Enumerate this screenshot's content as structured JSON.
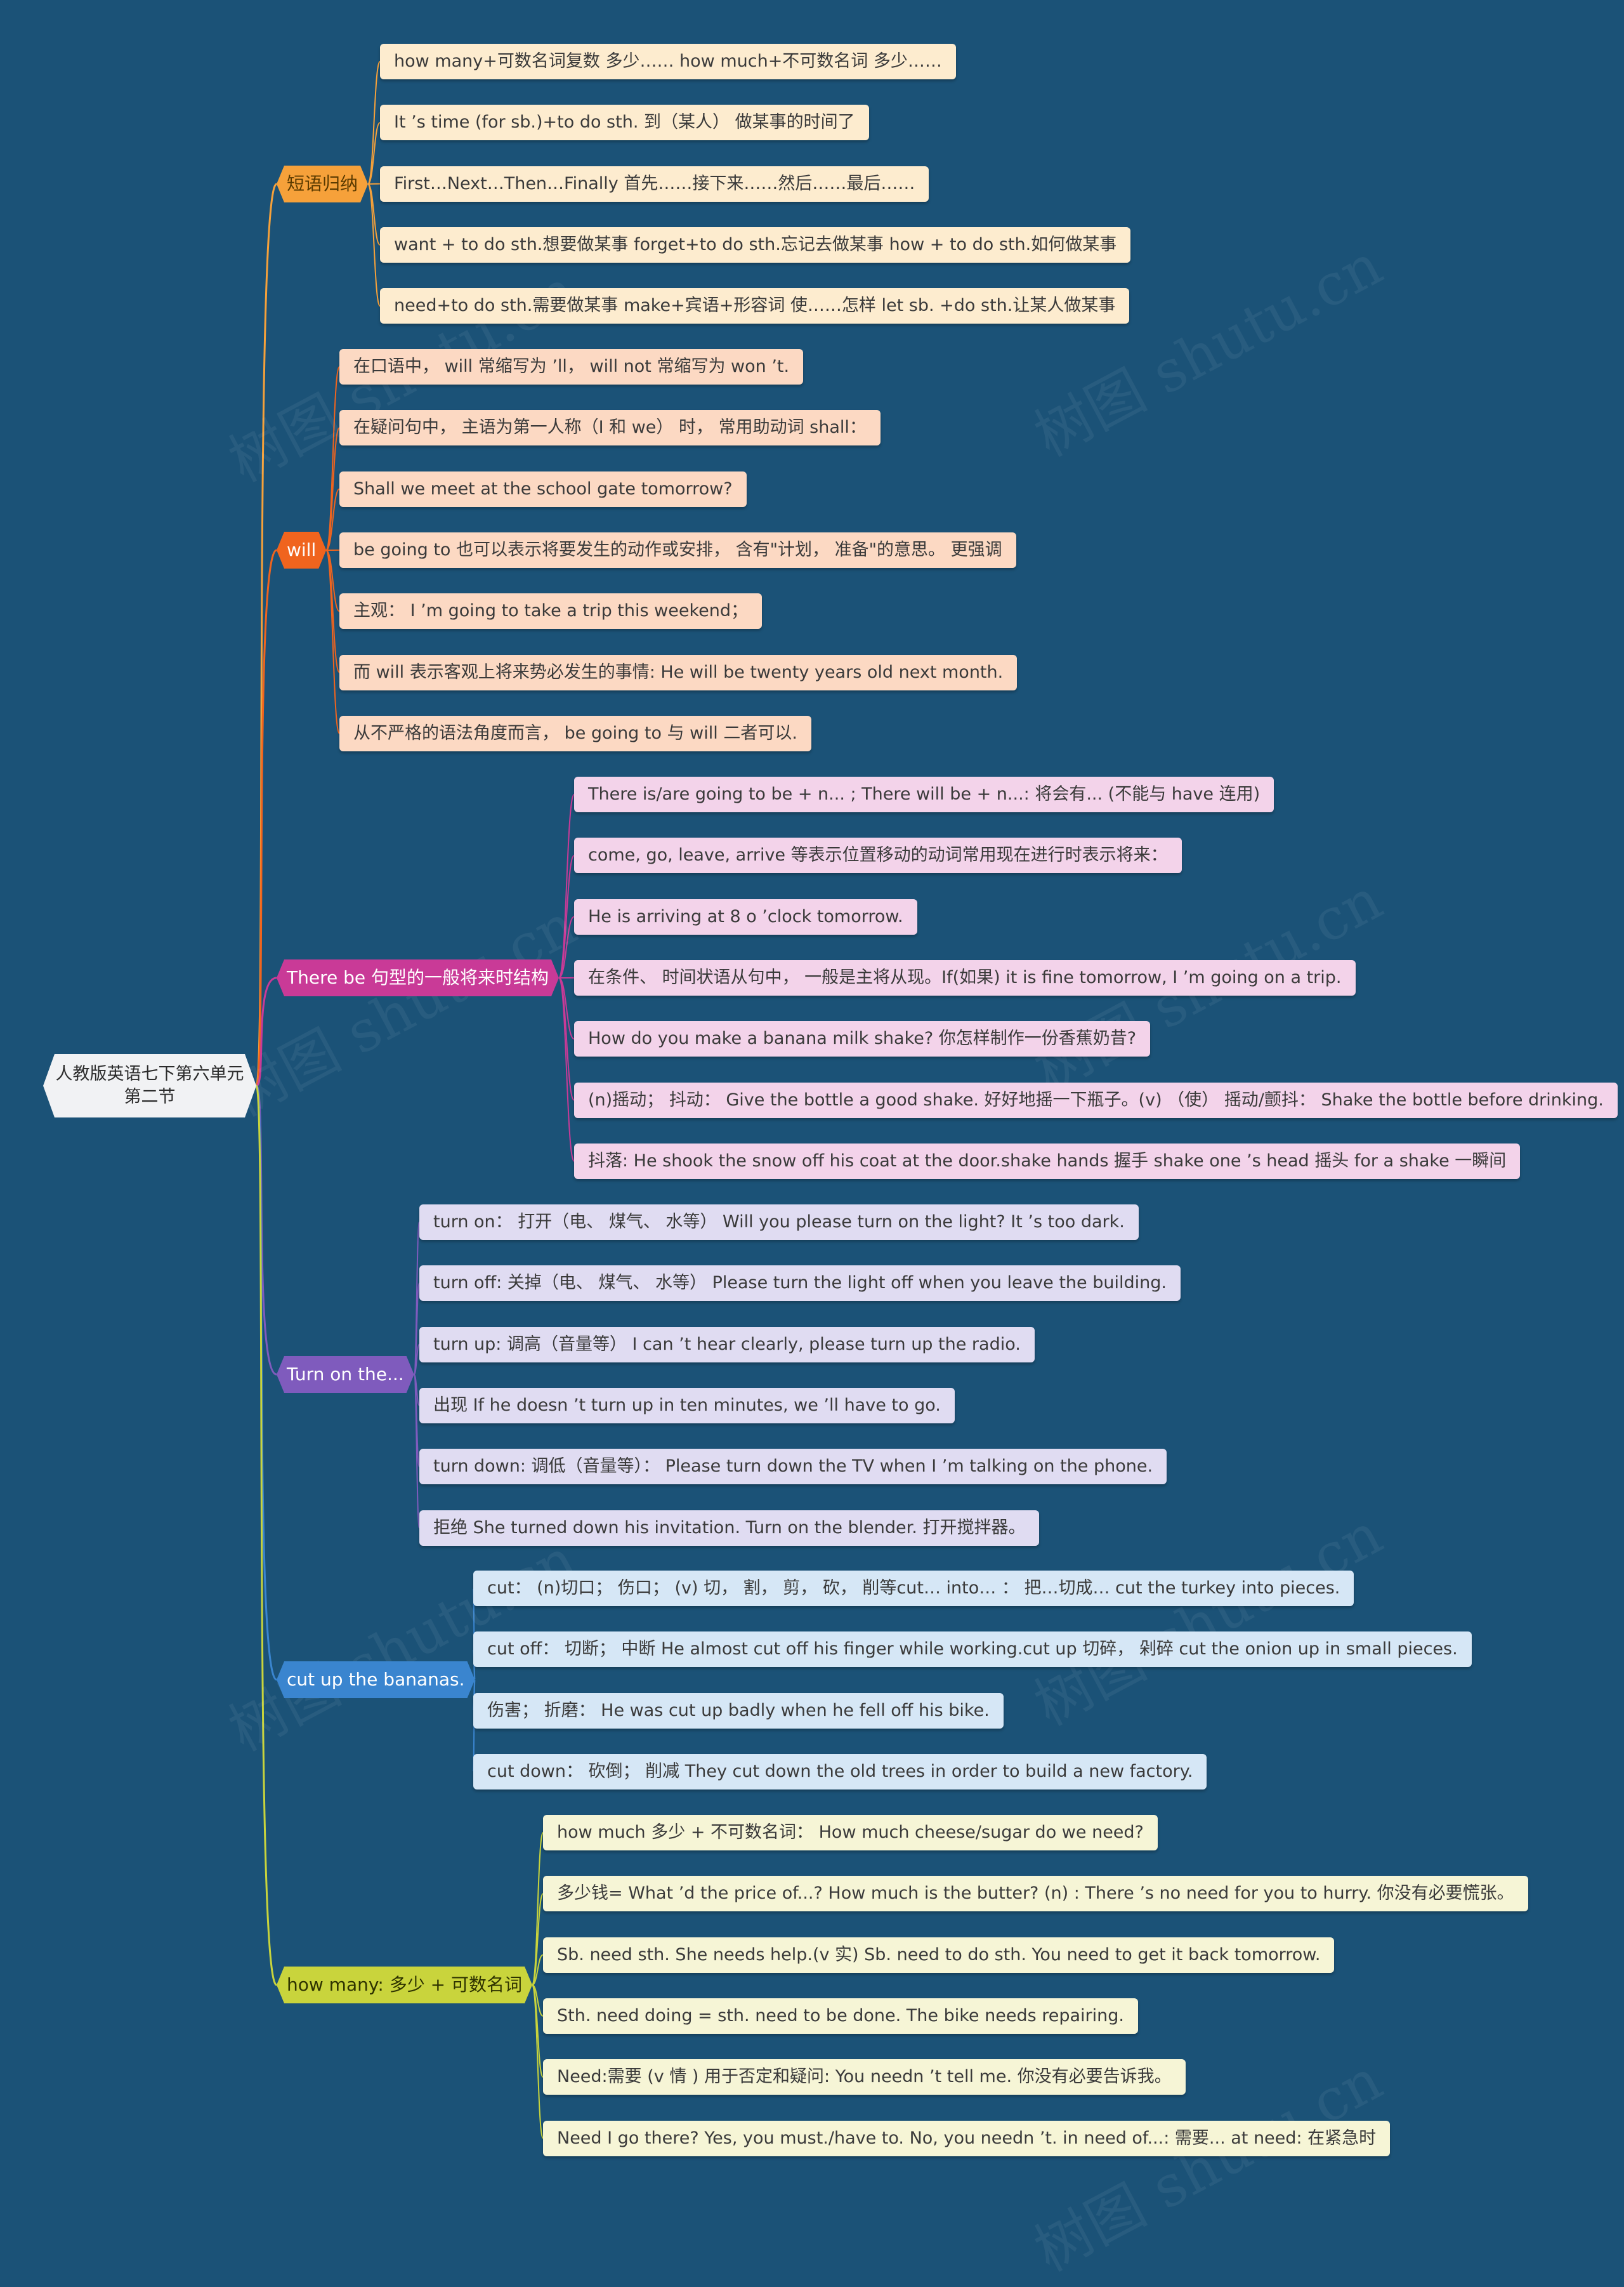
{
  "root": {
    "title_line1": "人教版英语七下第六单元",
    "title_line2": "第二节"
  },
  "watermark": "树图 shutu.cn",
  "branches": [
    {
      "label": "短语归纳",
      "color": "#f6a13a",
      "text_color": "#5a3a00",
      "leaf_color": "#fdeccf",
      "items": [
        "how many+可数名词复数 多少…… how much+不可数名词 多少……",
        "It ’s time (for sb.)+to do sth. 到（某人） 做某事的时间了",
        "First…Next…Then…Finally 首先……接下来……然后……最后……",
        "want + to do sth.想要做某事 forget+to do sth.忘记去做某事 how + to do sth.如何做某事",
        "need+to do sth.需要做某事 make+宾语+形容词 使……怎样 let sb. +do sth.让某人做某事"
      ]
    },
    {
      "label": "will",
      "color": "#f0641e",
      "text_color": "#ffffff",
      "leaf_color": "#fcd9c3",
      "items": [
        "在口语中， will 常缩写为 ’ll， will not 常缩写为 won ’t.",
        "在疑问句中， 主语为第一人称（I 和 we） 时， 常用助动词 shall：",
        "Shall we meet at the school gate tomorrow?",
        "be going to 也可以表示将要发生的动作或安排， 含有\"计划， 准备\"的意思。 更强调",
        "主观： I ’m going to take a trip this weekend；",
        "而 will 表示客观上将来势必发生的事情: He will be twenty years old next month.",
        "从不严格的语法角度而言， be going to 与 will 二者可以."
      ]
    },
    {
      "label": "There be 句型的一般将来时结构",
      "color": "#c93a97",
      "text_color": "#ffffff",
      "leaf_color": "#f3d3ea",
      "items": [
        "There is/are going to be + n... ; There will be + n...: 将会有... (不能与 have 连用)",
        "come, go, leave, arrive 等表示位置移动的动词常用现在进行时表示将来：",
        "He is arriving at 8 o ’clock tomorrow.",
        "在条件、 时间状语从句中， 一般是主将从现。If(如果) it is fine tomorrow, I ’m going on a trip.",
        "How do you make a banana milk shake? 你怎样制作一份香蕉奶昔?",
        "(n)摇动； 抖动： Give the bottle a good shake. 好好地摇一下瓶子。(v) （使） 摇动/颤抖： Shake the bottle before drinking.",
        "抖落: He shook the snow off his coat at the door.shake hands 握手 shake one ’s head 摇头 for a shake 一瞬间"
      ]
    },
    {
      "label": "Turn on the...",
      "color": "#7f5bbd",
      "text_color": "#ffffff",
      "leaf_color": "#e0dcf2",
      "items": [
        "turn on： 打开（电、 煤气、 水等） Will you please turn on the light? It ’s too dark.",
        "turn off: 关掉（电、 煤气、 水等） Please turn the light off when you leave the building.",
        "turn up: 调高（音量等） I can ’t hear clearly, please turn up the radio.",
        "出现 If he doesn ’t turn up in ten minutes, we ’ll have to go.",
        "turn down: 调低（音量等）： Please turn down the TV when I ’m talking on the phone.",
        "拒绝 She turned down his invitation. Turn on the blender. 打开搅拌器。"
      ]
    },
    {
      "label": "cut up the bananas.",
      "color": "#3a85cf",
      "text_color": "#ffffff",
      "leaf_color": "#d6e7f6",
      "items": [
        "cut： (n)切口； 伤口； (v) 切， 割， 剪， 砍， 削等cut… into… ： 把…切成… cut the turkey into pieces.",
        "cut off： 切断； 中断 He almost cut off his finger while working.cut up 切碎， 剁碎 cut the onion up in small pieces.",
        "伤害； 折磨： He was cut up badly when he fell off his bike.",
        "cut down： 砍倒； 削减 They cut down the old trees in order to build a new factory."
      ]
    },
    {
      "label": "how many: 多少 + 可数名词",
      "color": "#c9d43c",
      "text_color": "#2e3300",
      "leaf_color": "#f6f5d6",
      "items": [
        "how much 多少 + 不可数名词： How much cheese/sugar do we need?",
        "多少钱= What ’d the price of...? How much is the butter? (n) : There ’s no need for you to hurry. 你没有必要慌张。",
        "Sb. need sth. She needs help.(v 实) Sb. need to do sth. You need to get it back tomorrow.",
        "Sth. need doing = sth. need to be done. The bike needs repairing.",
        "Need:需要 (v 情 ) 用于否定和疑问: You needn ’t tell me. 你没有必要告诉我。",
        "Need I go there? Yes, you must./have to. No, you needn ’t. in need of...: 需要... at need: 在紧急时"
      ]
    }
  ]
}
